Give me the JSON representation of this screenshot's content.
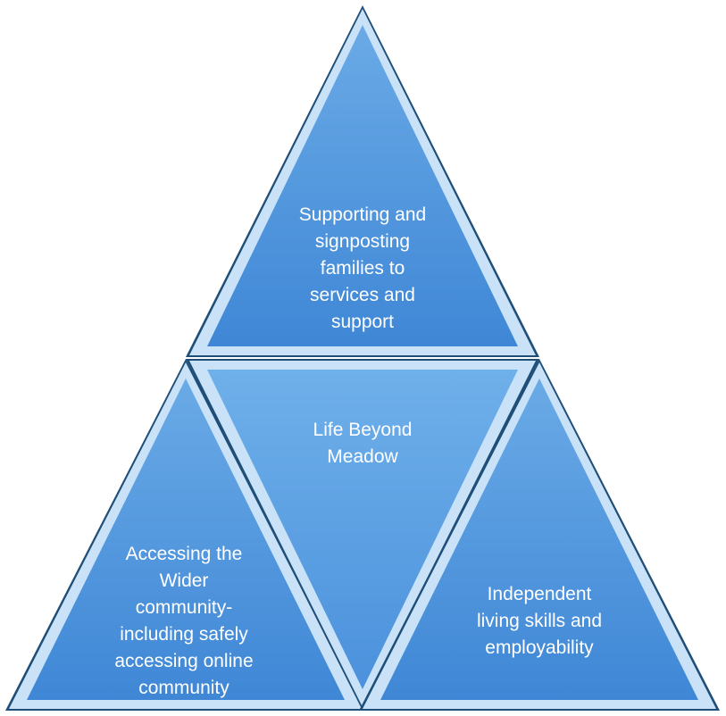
{
  "diagram": {
    "colors": {
      "fill_light": "#6aaae6",
      "fill_dark": "#3f87d6",
      "edge_light": "#c9e2f7",
      "edge_shadow": "#1f4e79",
      "text": "#ffffff"
    },
    "sections": {
      "top": "Supporting and\nsignposting\nfamilies to\nservices and\nsupport",
      "center": "Life Beyond\nMeadow",
      "left": "Accessing the\nWider\ncommunity-\nincluding safely\naccessing online\ncommunity",
      "right": "Independent\nliving skills and\nemployability"
    }
  }
}
